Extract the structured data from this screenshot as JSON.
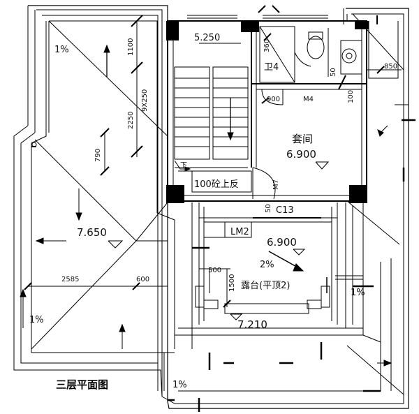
{
  "drawing": {
    "title": "三层平面图",
    "stair": {
      "landing_elevation": "5.250",
      "down_label": "下",
      "concrete_note": "100砼上反",
      "tread_dims": "9X250",
      "dim_1100": "1100",
      "dim_2250": "2250",
      "dim_790": "790"
    },
    "bathroom": {
      "name": "卫4",
      "dim_360": "360",
      "dim_50": "50",
      "dim_100": "100"
    },
    "suite": {
      "name": "套间",
      "elevation": "6.900",
      "door": "M4",
      "dim_900": "900"
    },
    "door_window": {
      "window": "C13",
      "door": "LM2",
      "window_code": "M7",
      "dim_50": "50"
    },
    "terrace": {
      "name": "露台(平顶2)",
      "elevation": "6.900",
      "slope": "2%",
      "lower_elevation": "7.210",
      "dim_500": "500",
      "dim_1500": "1500"
    },
    "roof": {
      "main_elevation": "7.650",
      "dim_2585": "2585",
      "dim_600": "600",
      "dim_850": "850",
      "slope_top_left": "1%",
      "slope_left": "1%",
      "slope_bottom": "1%",
      "slope_right": "1%"
    }
  }
}
